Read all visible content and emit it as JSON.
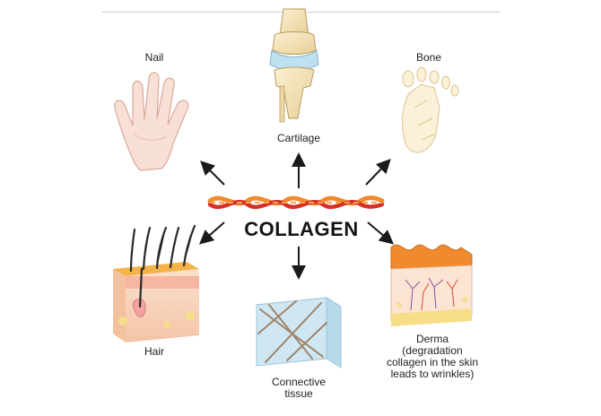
{
  "center": {
    "title": "COLLAGEN"
  },
  "targets": [
    {
      "id": "nail",
      "label": "Nail"
    },
    {
      "id": "cartilage",
      "label": "Cartilage"
    },
    {
      "id": "bone",
      "label": "Bone"
    },
    {
      "id": "hair",
      "label": "Hair"
    },
    {
      "id": "connective",
      "label_lines": [
        "Connective",
        "tissue"
      ]
    },
    {
      "id": "derma",
      "label_lines": [
        "Derma",
        "(degradation",
        "collagen in the skin",
        "leads to wrinkles)"
      ]
    }
  ],
  "colors": {
    "fiber_orange": "#f08a2c",
    "fiber_red": "#d93026",
    "skin": "#f6c7a8",
    "bone": "#f3e4bd",
    "cartilage_blue": "#bfe0ef",
    "tissue_blue": "#cfe7f3",
    "arrow": "#1a1a1a"
  }
}
